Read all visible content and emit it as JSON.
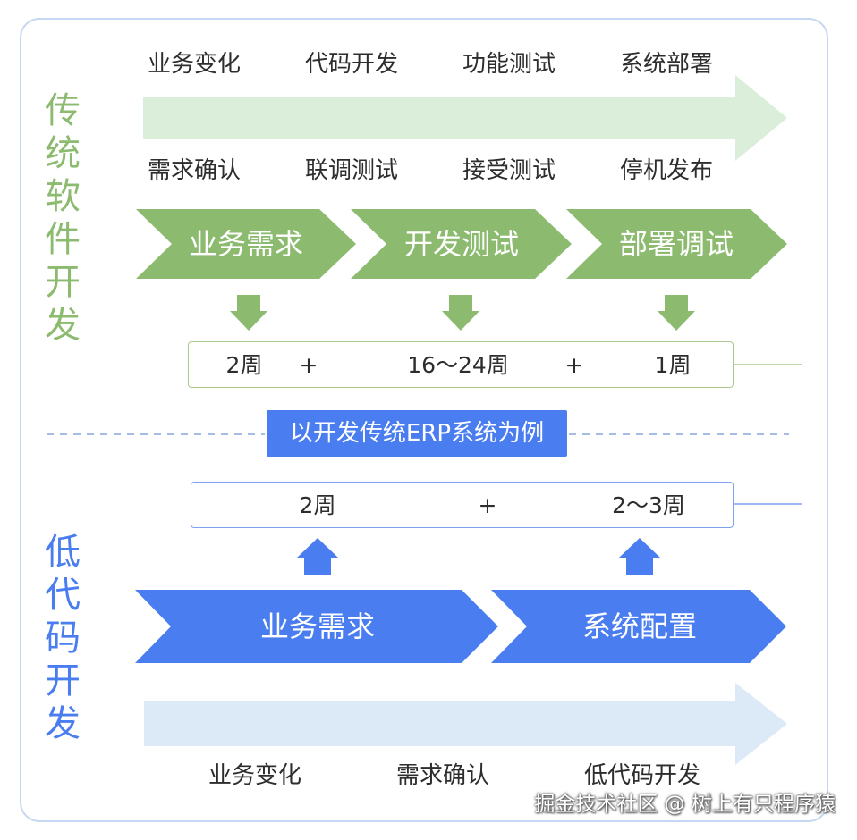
{
  "traditional": {
    "title": "传统软件开发",
    "top_labels": [
      "业务变化",
      "代码开发",
      "功能测试",
      "系统部署"
    ],
    "bottom_labels": [
      "需求确认",
      "联调测试",
      "接受测试",
      "停机发布"
    ],
    "stages": [
      "业务需求",
      "开发测试",
      "部署调试"
    ],
    "durations": [
      "2周",
      "+",
      "16～24周",
      "+",
      "1周"
    ]
  },
  "example_tag": "以开发传统ERP系统为例",
  "lowcode": {
    "title": "低代码开发",
    "durations": [
      "2周",
      "+",
      "2～3周"
    ],
    "stages": [
      "业务需求",
      "系统配置"
    ],
    "bottom_labels": [
      "业务变化",
      "需求确认",
      "低代码开发"
    ]
  },
  "watermark": "掘金技术社区 @ 树上有只程序猿",
  "colors": {
    "green_stage": "#8cbb70",
    "green_light": "#dbeeda",
    "blue_stage": "#4a7df0",
    "blue_light": "#dce9f7",
    "frame_border": "#c6d7f3"
  }
}
